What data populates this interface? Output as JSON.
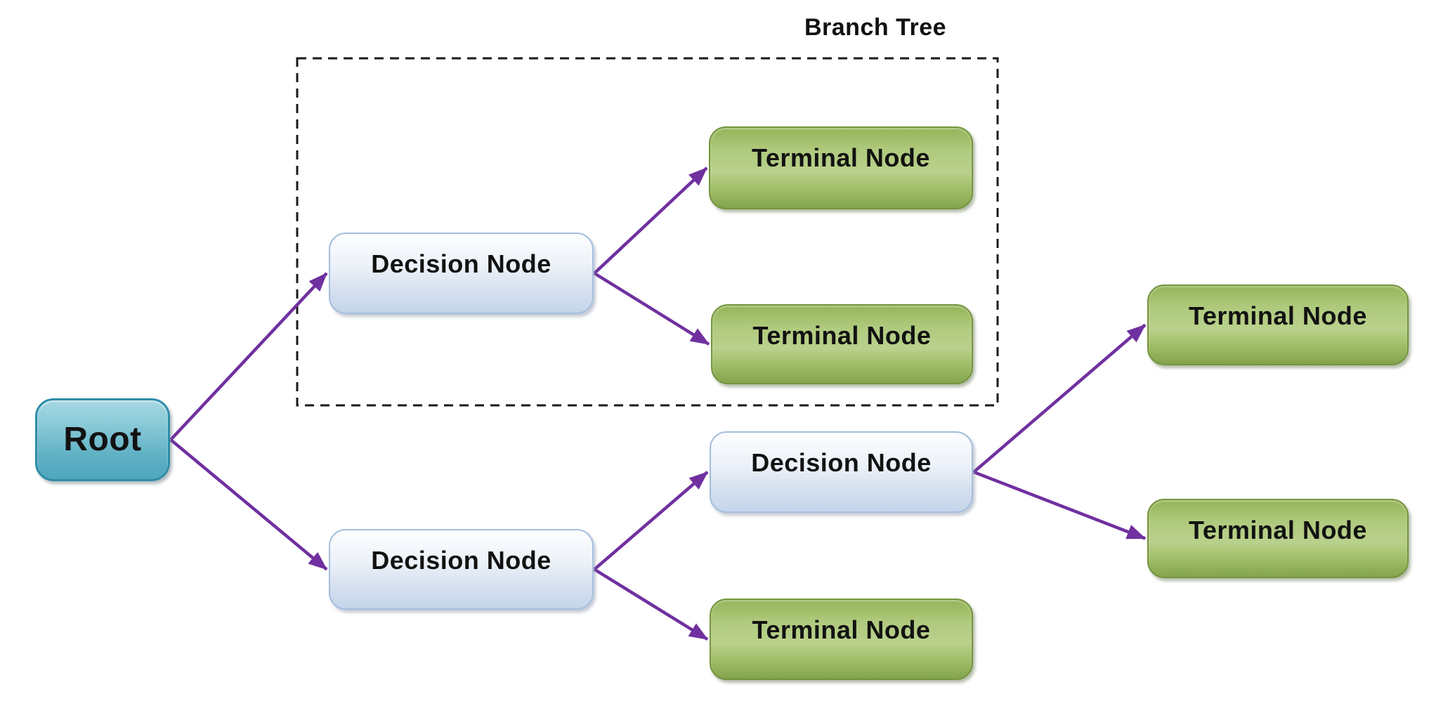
{
  "diagram": {
    "group_label": "Branch Tree",
    "colors": {
      "arrow": "#7030A0",
      "dashed_border": "#1A1A1A",
      "root_fill": "#5FB0C4",
      "root_border": "#2F8CA6",
      "decision_fill": "#C5D5EA",
      "decision_border": "#A6BEDD",
      "terminal_fill": "#A9C675",
      "terminal_border": "#74943E",
      "label_color": "#121212"
    },
    "nodes": [
      {
        "id": "root",
        "type": "root",
        "label": "Root"
      },
      {
        "id": "decision-top",
        "type": "decision",
        "label": "Decision Node"
      },
      {
        "id": "terminal-top-1",
        "type": "terminal",
        "label": "Terminal Node"
      },
      {
        "id": "terminal-top-2",
        "type": "terminal",
        "label": "Terminal Node"
      },
      {
        "id": "decision-bottom",
        "type": "decision",
        "label": "Decision Node"
      },
      {
        "id": "decision-right",
        "type": "decision",
        "label": "Decision Node"
      },
      {
        "id": "terminal-bottom",
        "type": "terminal",
        "label": "Terminal Node"
      },
      {
        "id": "terminal-right-1",
        "type": "terminal",
        "label": "Terminal Node"
      },
      {
        "id": "terminal-right-2",
        "type": "terminal",
        "label": "Terminal Node"
      }
    ],
    "edges": [
      {
        "from": "root",
        "to": "decision-top"
      },
      {
        "from": "root",
        "to": "decision-bottom"
      },
      {
        "from": "decision-top",
        "to": "terminal-top-1"
      },
      {
        "from": "decision-top",
        "to": "terminal-top-2"
      },
      {
        "from": "decision-bottom",
        "to": "decision-right"
      },
      {
        "from": "decision-bottom",
        "to": "terminal-bottom"
      },
      {
        "from": "decision-right",
        "to": "terminal-right-1"
      },
      {
        "from": "decision-right",
        "to": "terminal-right-2"
      }
    ],
    "branch_tree_group_members": [
      "decision-top",
      "terminal-top-1",
      "terminal-top-2"
    ]
  }
}
